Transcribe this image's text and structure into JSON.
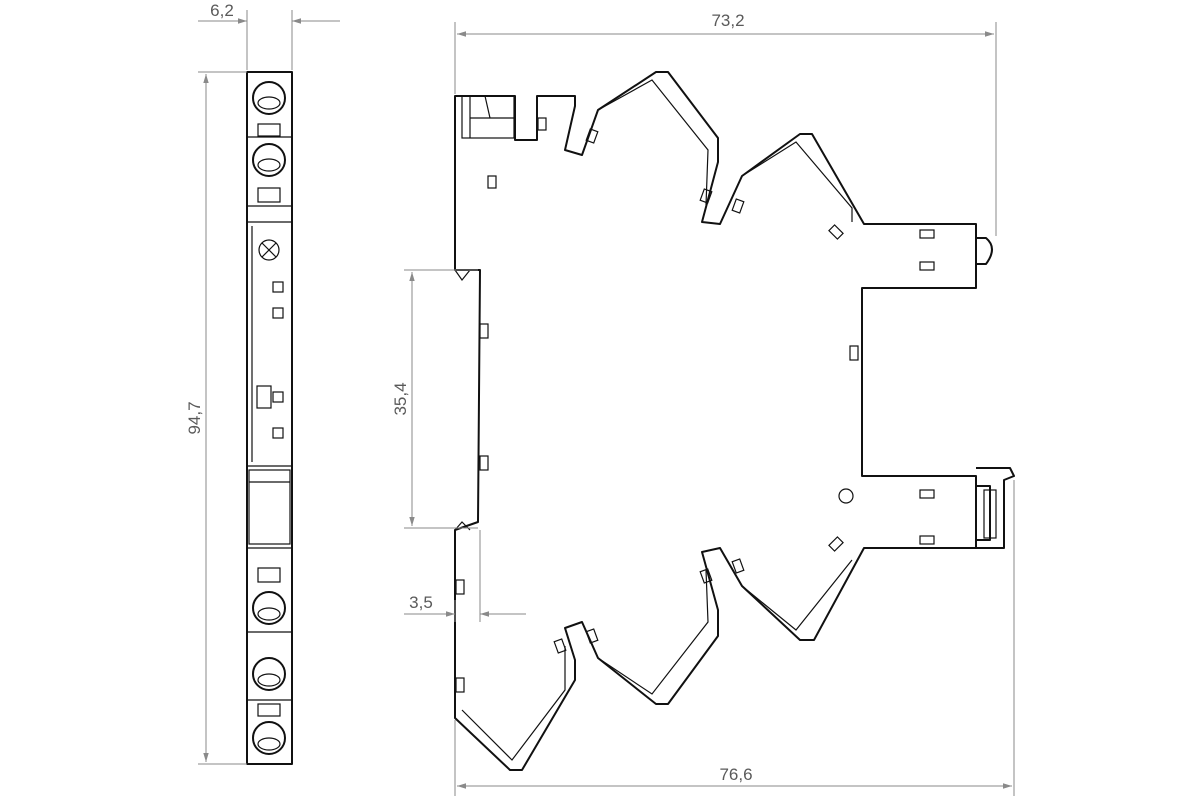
{
  "drawing": {
    "dimensions": {
      "module_width": "6,2",
      "total_height": "94,7",
      "top_width": "73,2",
      "bottom_width": "76,6",
      "rail_height": "35,4",
      "rail_offset": "3,5"
    }
  }
}
